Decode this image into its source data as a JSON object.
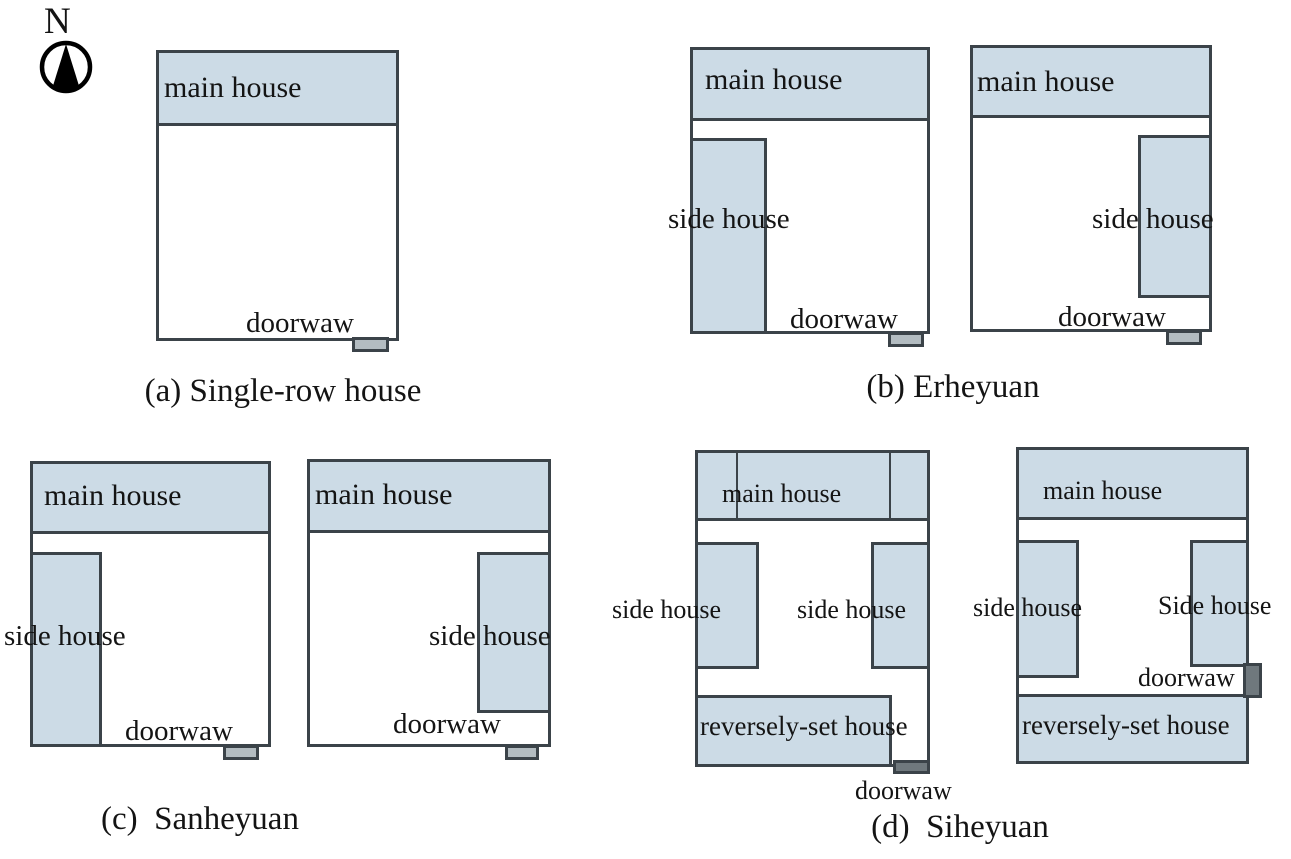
{
  "compass": {
    "label": "N"
  },
  "panels": {
    "a": {
      "caption": "(a) Single-row house",
      "diagram": {
        "main": "main house",
        "doorway": "doorwaw"
      }
    },
    "b": {
      "caption": "(b) Erheyuan",
      "left": {
        "main": "main house",
        "side": "side house",
        "doorway": "doorwaw"
      },
      "right": {
        "main": "main house",
        "side": "side house",
        "doorway": "doorwaw"
      }
    },
    "c": {
      "caption": "(c)  Sanheyuan",
      "left": {
        "main": "main house",
        "side": "side house",
        "doorway": "doorwaw"
      },
      "right": {
        "main": "main house",
        "side": "side house",
        "doorway": "doorwaw"
      }
    },
    "d": {
      "caption": "(d)  Siheyuan",
      "left": {
        "main": "main house",
        "side_left": "side house",
        "side_right": "side house",
        "reversely_set": "reversely-set house",
        "doorway": "doorwaw"
      },
      "right": {
        "main": "main house",
        "side_left": "side house",
        "side_right": "Side house",
        "reversely_set": "reversely-set house",
        "doorway": "doorwaw"
      }
    }
  },
  "colors": {
    "house_fill": "#ccdbe6",
    "outline": "#3b4349",
    "door_light": "#b3bcc1",
    "door_dark": "#6f787d",
    "text": "#141414",
    "background": "#ffffff"
  }
}
